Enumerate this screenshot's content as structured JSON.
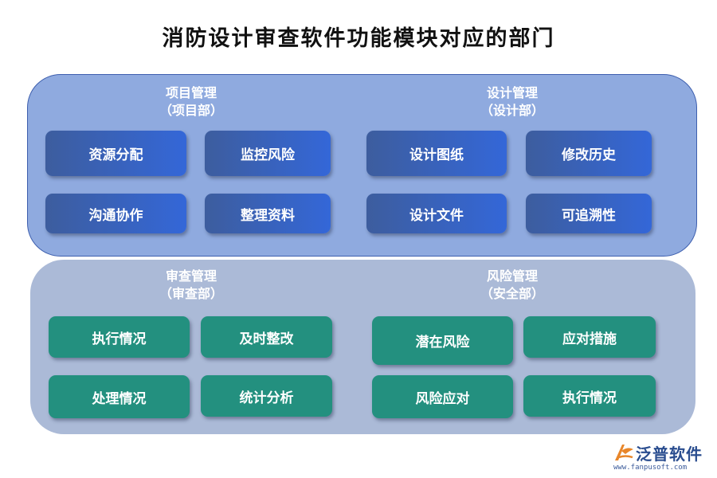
{
  "title": "消防设计审查软件功能模块对应的部门",
  "sections": {
    "project": {
      "name": "项目管理",
      "dept": "（项目部）",
      "items": [
        "资源分配",
        "监控风险",
        "沟通协作",
        "整理资料"
      ]
    },
    "design": {
      "name": "设计管理",
      "dept": "（设计部）",
      "items": [
        "设计图纸",
        "修改历史",
        "设计文件",
        "可追溯性"
      ]
    },
    "review": {
      "name": "审查管理",
      "dept": "（审查部）",
      "items": [
        "执行情况",
        "及时整改",
        "处理情况",
        "统计分析"
      ]
    },
    "risk": {
      "name": "风险管理",
      "dept": "（安全部）",
      "items": [
        "潜在风险",
        "应对措施",
        "风险应对",
        "执行情况"
      ]
    }
  },
  "logo": {
    "name": "泛普软件",
    "url": "www.fanpusoft.com"
  },
  "colors": {
    "top_panel": "#8faadf",
    "bottom_panel": "#abbad7",
    "blue_box": "#3467d8",
    "teal_box": "#23907f"
  }
}
